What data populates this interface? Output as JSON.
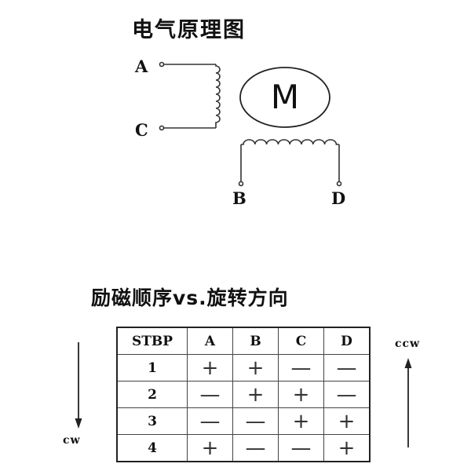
{
  "schematic": {
    "title": "电气原理图",
    "motor_label": "M",
    "terminals": {
      "a": "A",
      "b": "B",
      "c": "C",
      "d": "D"
    }
  },
  "sequence": {
    "title": "励磁顺序vs.旋转方向",
    "headers": {
      "step": "STBP",
      "a": "A",
      "b": "B",
      "c": "C",
      "d": "D"
    },
    "rows": [
      {
        "step": "1",
        "a": "+",
        "b": "+",
        "c": "—",
        "d": "—"
      },
      {
        "step": "2",
        "a": "—",
        "b": "+",
        "c": "+",
        "d": "—"
      },
      {
        "step": "3",
        "a": "—",
        "b": "—",
        "c": "+",
        "d": "+"
      },
      {
        "step": "4",
        "a": "+",
        "b": "—",
        "c": "—",
        "d": "+"
      }
    ],
    "ccw_label": "ccw",
    "cw_label": "cw"
  },
  "colors": {
    "ink": "#111111",
    "line": "#333333",
    "background": "#ffffff"
  }
}
